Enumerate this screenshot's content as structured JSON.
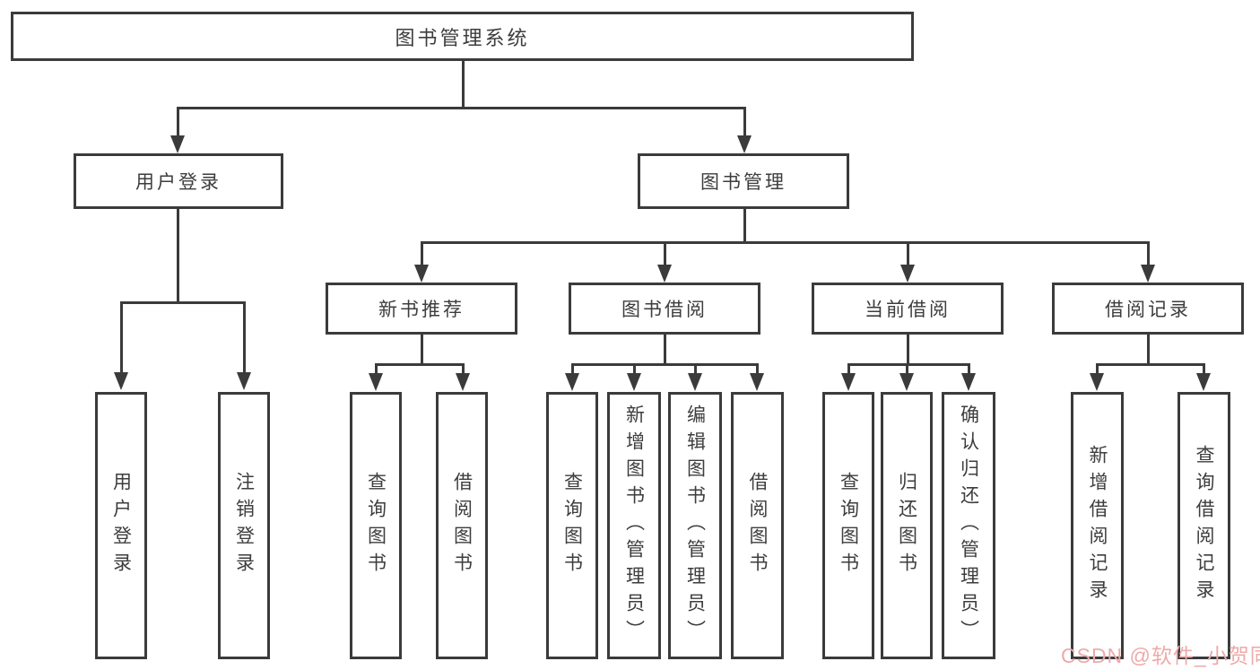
{
  "diagram": {
    "root": {
      "label": "图书管理系统"
    },
    "children": [
      {
        "label": "用户登录",
        "leaves": [
          {
            "label": "用户登录"
          },
          {
            "label": "注销登录"
          }
        ]
      },
      {
        "label": "图书管理",
        "groups": [
          {
            "label": "新书推荐",
            "leaves": [
              {
                "label": "查询图书"
              },
              {
                "label": "借阅图书"
              }
            ]
          },
          {
            "label": "图书借阅",
            "leaves": [
              {
                "label": "查询图书"
              },
              {
                "label": "新增图书（管理员）"
              },
              {
                "label": "编辑图书（管理员）"
              },
              {
                "label": "借阅图书"
              }
            ]
          },
          {
            "label": "当前借阅",
            "leaves": [
              {
                "label": "查询图书"
              },
              {
                "label": "归还图书"
              },
              {
                "label": "确认归还（管理员）"
              }
            ]
          },
          {
            "label": "借阅记录",
            "leaves": [
              {
                "label": "新增借阅记录"
              },
              {
                "label": "查询借阅记录"
              }
            ]
          }
        ]
      }
    ]
  },
  "watermark": {
    "text": "CSDN @软件_小贺同学",
    "color": "#edaaaa"
  },
  "colors": {
    "line": "#3b3b3b",
    "text": "#3d3d3d",
    "background": "#ffffff"
  }
}
